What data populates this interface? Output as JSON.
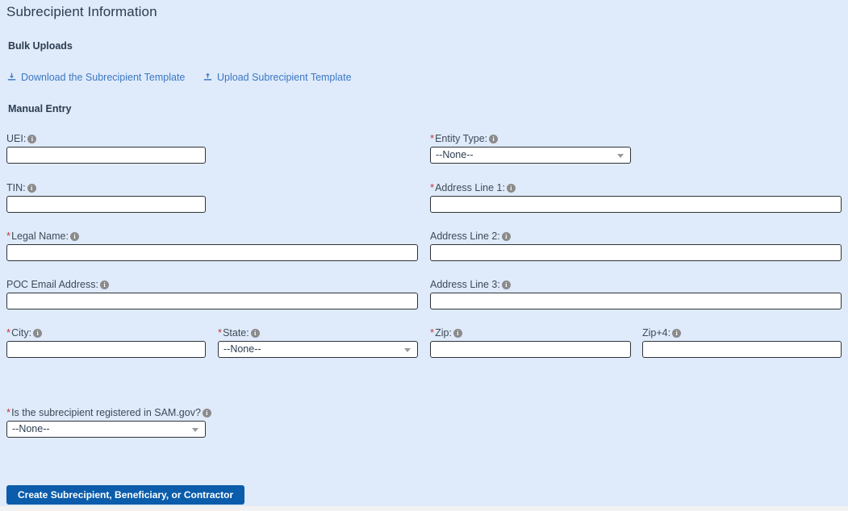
{
  "page": {
    "title": "Subrecipient Information",
    "background_color": "#dfeafb"
  },
  "bulk_uploads": {
    "heading": "Bulk Uploads",
    "download_link": "Download the Subrecipient Template",
    "upload_link": "Upload Subrecipient Template",
    "download_icon": "download-icon",
    "upload_icon": "upload-icon",
    "link_color": "#3b78c3"
  },
  "manual_entry": {
    "heading": "Manual Entry",
    "required_marker": "*",
    "info_glyph": "i",
    "required_color": "#c23934",
    "fields": [
      {
        "key": "uei",
        "label": "UEI:",
        "required": false,
        "type": "text",
        "value": "",
        "placeholder": ""
      },
      {
        "key": "entity_type",
        "label": "Entity Type:",
        "required": true,
        "type": "select",
        "value": "--None--",
        "options": [
          "--None--"
        ]
      },
      {
        "key": "tin",
        "label": "TIN:",
        "required": false,
        "type": "text",
        "value": "",
        "placeholder": ""
      },
      {
        "key": "address_line_1",
        "label": "Address Line 1:",
        "required": true,
        "type": "text",
        "value": "",
        "placeholder": ""
      },
      {
        "key": "legal_name",
        "label": "Legal Name:",
        "required": true,
        "type": "text",
        "value": "",
        "placeholder": ""
      },
      {
        "key": "address_line_2",
        "label": "Address Line 2:",
        "required": false,
        "type": "text",
        "value": "",
        "placeholder": ""
      },
      {
        "key": "poc_email_address",
        "label": "POC Email Address:",
        "required": false,
        "type": "text",
        "value": "",
        "placeholder": ""
      },
      {
        "key": "address_line_3",
        "label": "Address Line 3:",
        "required": false,
        "type": "text",
        "value": "",
        "placeholder": ""
      },
      {
        "key": "city",
        "label": "City:",
        "required": true,
        "type": "text",
        "value": "",
        "placeholder": ""
      },
      {
        "key": "state",
        "label": "State:",
        "required": true,
        "type": "select",
        "value": "--None--",
        "options": [
          "--None--"
        ]
      },
      {
        "key": "zip",
        "label": "Zip:",
        "required": true,
        "type": "text",
        "value": "",
        "placeholder": ""
      },
      {
        "key": "zip4",
        "label": "Zip+4:",
        "required": false,
        "type": "text",
        "value": "",
        "placeholder": ""
      },
      {
        "key": "sam_registered",
        "label": "Is the subrecipient registered in SAM.gov?",
        "required": true,
        "type": "select",
        "value": "--None--",
        "options": [
          "--None--"
        ]
      }
    ]
  },
  "actions": {
    "create_label": "Create Subrecipient, Beneficiary, or Contractor",
    "create_color": "#0b5cab"
  }
}
